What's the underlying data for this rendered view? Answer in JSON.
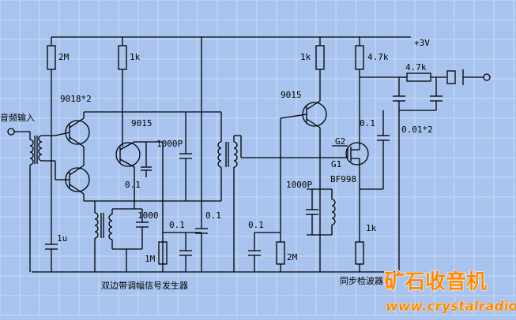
{
  "supply_label": "+3V",
  "input_label": "音频输入",
  "left_section": {
    "r_2m_top": "2M",
    "r_1k": "1k",
    "transistor_pair": "9018*2",
    "transistor_single": "9015",
    "cap_1000p": "1000P",
    "cap_0_1_a": "0.1",
    "cap_1000": "1000",
    "cap_0_1_b": "0.1",
    "cap_0_1_c": "0.1",
    "cap_1u": "1u",
    "r_1m": "1M",
    "caption": "双边带调幅信号发生器"
  },
  "right_section": {
    "cap_0_1_d": "0.1",
    "r_2m": "2M",
    "cap_1000p": "1000P",
    "r_1k_top": "1k",
    "r_4_7k_top": "4.7k",
    "r_4_7k_series": "4.7k",
    "transistor": "9015",
    "cap_0_1_e": "0.1",
    "cap_pair": "0.01*2",
    "gate2": "G2",
    "gate1": "G1",
    "mosfet": "BF998",
    "r_1k_bottom": "1k",
    "caption": "同步检波器"
  },
  "watermark": {
    "cn": "矿石收音机",
    "url": "www.crystalradio.cn"
  },
  "colors": {
    "background": "#a8c4ee",
    "grid": "#c9daf4",
    "wire": "#000000",
    "watermark": "#ff8a00"
  }
}
